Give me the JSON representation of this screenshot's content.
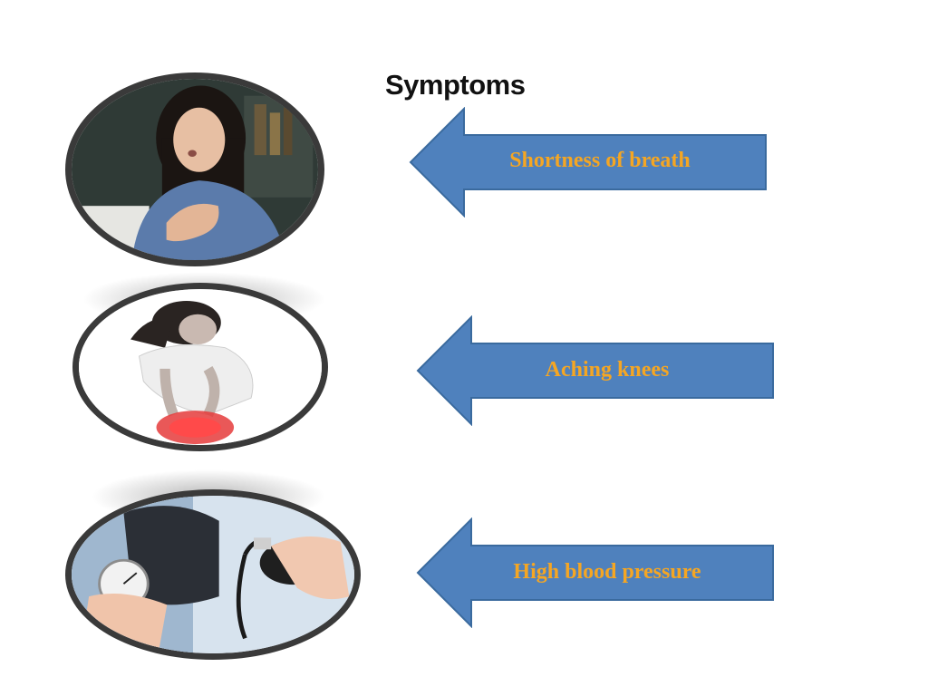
{
  "slide": {
    "title": "Symptoms"
  },
  "symptoms": [
    {
      "label": "Shortness of breath",
      "photo_icon": "woman-breathless-icon"
    },
    {
      "label": "Aching knees",
      "photo_icon": "woman-knee-pain-icon"
    },
    {
      "label": "High blood pressure",
      "photo_icon": "blood-pressure-cuff-icon"
    }
  ],
  "colors": {
    "arrow_fill": "#4f81bd",
    "arrow_stroke": "#3a6a9e",
    "label_text": "#f5a623",
    "photo_border": "#3a3a3a",
    "title_text": "#111111"
  }
}
